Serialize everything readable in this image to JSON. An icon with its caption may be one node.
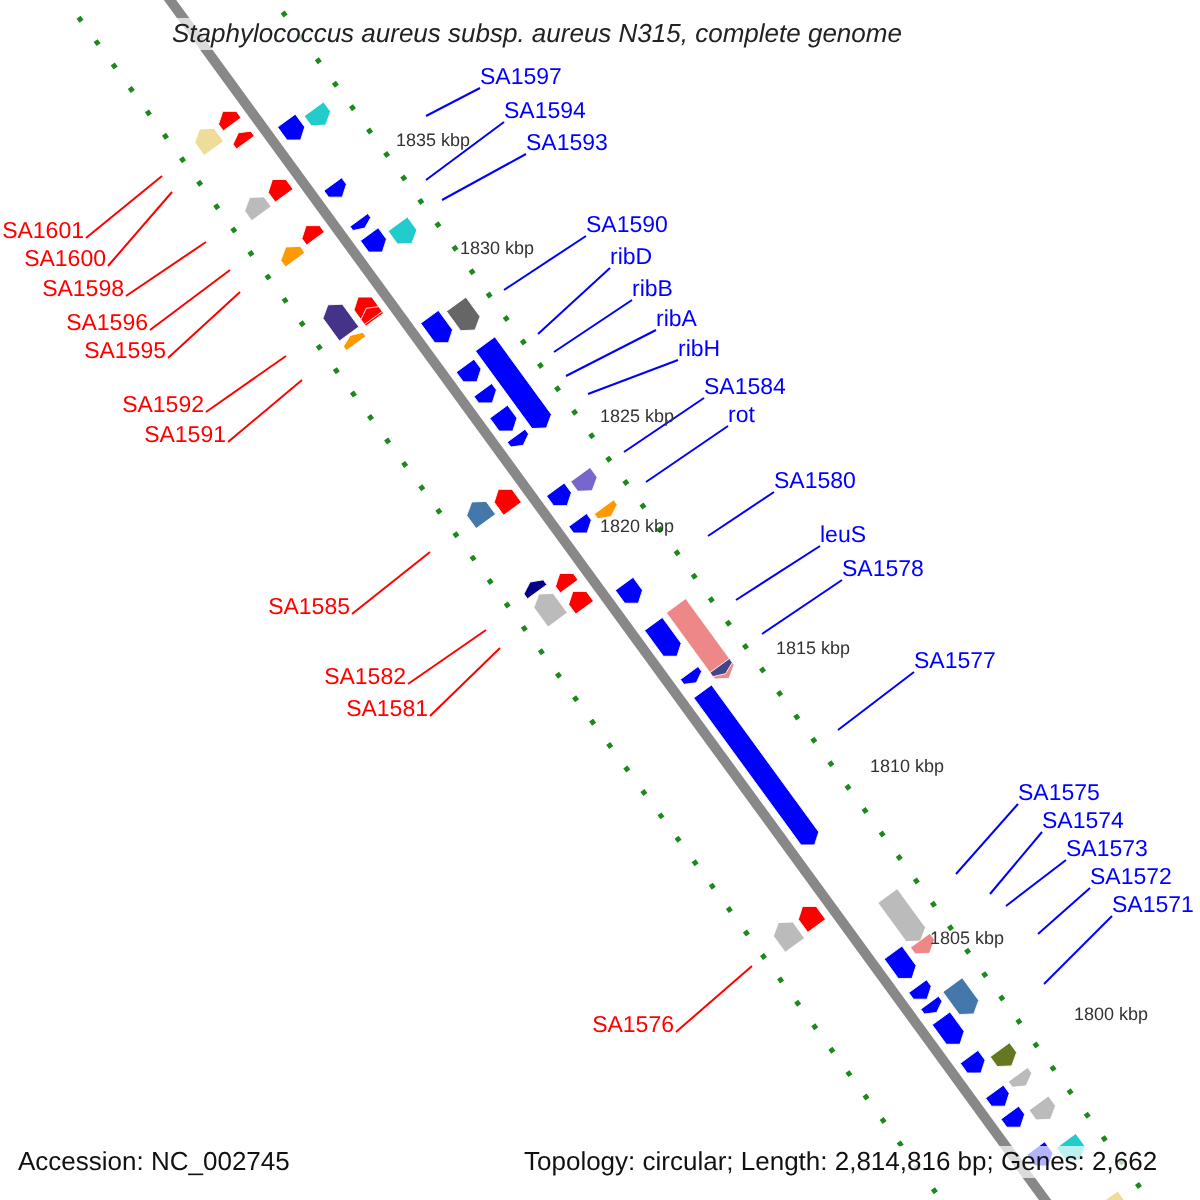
{
  "diagram": {
    "title": "Staphylococcus aureus subsp. aureus N315, complete genome",
    "nodes": [
      {
        "text": [
          "SA1597"
        ]
      },
      {
        "text": [
          "SA1594"
        ]
      },
      {
        "text": [
          "SA1593"
        ]
      },
      {
        "text": [
          "SA1590"
        ]
      },
      {
        "text": [
          "SA1601"
        ]
      },
      {
        "text": [
          "ribD"
        ]
      },
      {
        "text": [
          "SA1600"
        ]
      },
      {
        "text": [
          "ribB"
        ]
      },
      {
        "text": [
          "SA1598"
        ]
      },
      {
        "text": [
          "ribA"
        ]
      },
      {
        "text": [
          "SA1596"
        ]
      },
      {
        "text": [
          "SA1595"
        ]
      },
      {
        "text": [
          "ribH"
        ]
      },
      {
        "text": [
          "SA1584"
        ]
      },
      {
        "text": [
          "SA1592"
        ]
      },
      {
        "text": [
          "rot"
        ]
      },
      {
        "text": [
          "SA1591"
        ]
      },
      {
        "text": [
          "SA1580"
        ]
      },
      {
        "text": [
          "leuS"
        ]
      },
      {
        "text": [
          "SA1578"
        ]
      },
      {
        "text": [
          "SA1585"
        ]
      },
      {
        "text": [
          "SA1577"
        ]
      },
      {
        "text": [
          "SA1582"
        ]
      },
      {
        "text": [
          "SA1581"
        ]
      },
      {
        "text": [
          "SA1575"
        ]
      },
      {
        "text": [
          "SA1574"
        ]
      },
      {
        "text": [
          "SA1573"
        ]
      },
      {
        "text": [
          "SA1572"
        ]
      },
      {
        "text": [
          "SA1571"
        ]
      },
      {
        "text": [
          "SA1576"
        ]
      }
    ],
    "edges": [
      {
        "from": 0,
        "to": null,
        "arrow": "none"
      },
      {
        "from": 1,
        "to": null,
        "arrow": "none"
      },
      {
        "from": 2,
        "to": null,
        "arrow": "none"
      },
      {
        "from": 3,
        "to": null,
        "arrow": "none"
      },
      {
        "from": 4,
        "to": null,
        "arrow": "none",
        "color": "#ff0000"
      },
      {
        "from": 5,
        "to": null,
        "arrow": "none"
      },
      {
        "from": 6,
        "to": null,
        "arrow": "none",
        "color": "#ff0000"
      },
      {
        "from": 7,
        "to": null,
        "arrow": "none"
      },
      {
        "from": 8,
        "to": null,
        "arrow": "none",
        "color": "#ff0000"
      },
      {
        "from": 9,
        "to": null,
        "arrow": "none"
      },
      {
        "from": 10,
        "to": null,
        "arrow": "none",
        "color": "#ff0000"
      },
      {
        "from": 11,
        "to": null,
        "arrow": "none",
        "color": "#ff0000"
      },
      {
        "from": 12,
        "to": null,
        "arrow": "none"
      },
      {
        "from": 13,
        "to": null,
        "arrow": "none"
      },
      {
        "from": 14,
        "to": null,
        "arrow": "none",
        "color": "#ff0000"
      },
      {
        "from": 15,
        "to": null,
        "arrow": "none"
      },
      {
        "from": 16,
        "to": null,
        "arrow": "none",
        "color": "#ff0000"
      },
      {
        "from": 17,
        "to": null,
        "arrow": "none"
      },
      {
        "from": 18,
        "to": null,
        "arrow": "none"
      },
      {
        "from": 19,
        "to": null,
        "arrow": "none"
      },
      {
        "from": 20,
        "to": null,
        "arrow": "none",
        "color": "#ff0000"
      },
      {
        "from": 21,
        "to": null,
        "arrow": "none"
      },
      {
        "from": 22,
        "to": null,
        "arrow": "none",
        "color": "#ff0000"
      },
      {
        "from": 23,
        "to": null,
        "arrow": "none",
        "color": "#ff0000"
      },
      {
        "from": 24,
        "to": null,
        "arrow": "none"
      },
      {
        "from": 25,
        "to": null,
        "arrow": "none"
      },
      {
        "from": 26,
        "to": null,
        "arrow": "none"
      },
      {
        "from": 27,
        "to": null,
        "arrow": "none"
      },
      {
        "from": 28,
        "to": null,
        "arrow": "none"
      },
      {
        "from": 29,
        "to": null,
        "arrow": "none",
        "color": "#ff0000"
      }
    ],
    "labels": [
      "1835 kbp",
      "1830 kbp",
      "1825 kbp",
      "1820 kbp",
      "1815 kbp",
      "1810 kbp",
      "1805 kbp",
      "1800 kbp",
      "Accession: NC_002745",
      "Topology: circular; Length: 2,814,816 bp; Genes: 2,662"
    ]
  }
}
